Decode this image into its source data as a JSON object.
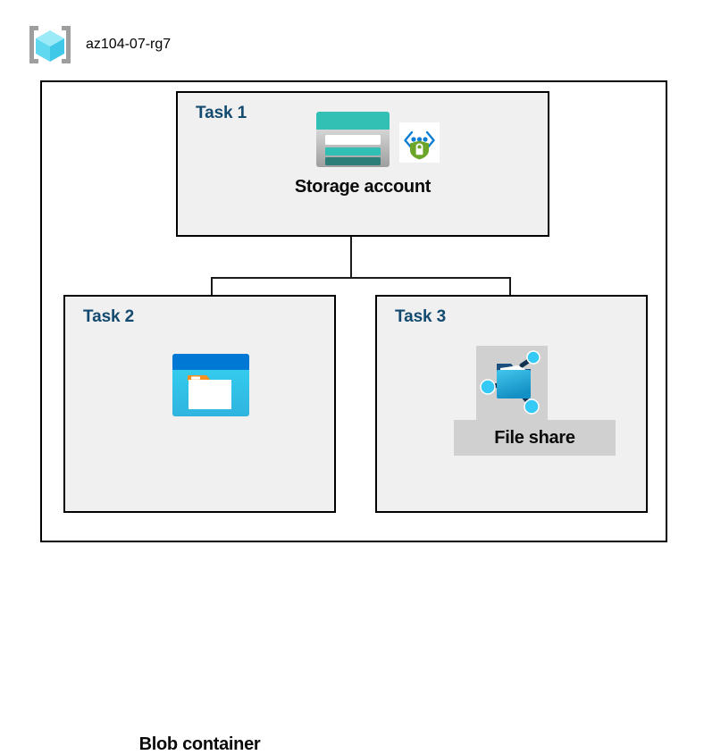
{
  "diagram": {
    "type": "azure-architecture",
    "resource_group": {
      "name": "az104-07-rg7",
      "icon": "resource-group-icon"
    },
    "nodes": [
      {
        "id": "storage-account",
        "task_label": "Task 1",
        "label": "Storage account",
        "icon": "storage-account-icon",
        "badge_icon": "entra-secure-access-icon",
        "highlighted": false
      },
      {
        "id": "blob-container",
        "task_label": "Task 2",
        "label": "Blob container",
        "icon": "blob-container-icon",
        "highlighted": false
      },
      {
        "id": "file-share",
        "task_label": "Task 3",
        "label": "File share",
        "icon": "file-share-icon",
        "highlighted": true
      }
    ],
    "edges": [
      {
        "from": "storage-account",
        "to": "blob-container"
      },
      {
        "from": "storage-account",
        "to": "file-share"
      }
    ],
    "colors": {
      "boundary_border": "#000000",
      "task_fill": "#F0F0F0",
      "task_border": "#000000",
      "task_label": "#134A70",
      "node_label": "#0A0A0A",
      "connector": "#1A1A1A",
      "highlight_fill": "#D0D0D0",
      "storage_teal": "#32BFB4",
      "storage_teal_dark": "#2B7F78",
      "blob_blue": "#0078D4",
      "blob_cyan": "#32C8F0",
      "blob_orange": "#F7901E",
      "fileshare_blue": "#32B0E0",
      "node_cyan": "#32C8F5",
      "shield_green": "#6BA52A",
      "cube_cyan": "#6FE4F7",
      "bracket_gray": "#A0A0A0"
    }
  }
}
